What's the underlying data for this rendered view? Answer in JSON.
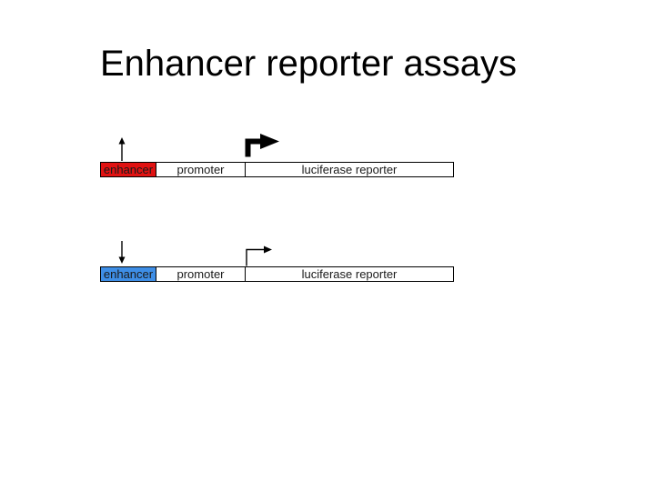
{
  "slide": {
    "title": "Enhancer reporter assays"
  },
  "colors": {
    "active_enhancer": "#e01212",
    "inactive_enhancer": "#3e8ee6",
    "box_fill": "#ffffff",
    "outline": "#000000",
    "label_text": "#1a1a1a"
  },
  "constructs": [
    {
      "id": "active-enhancer-construct",
      "enhancer": {
        "label": "enhancer",
        "color": "#e01212"
      },
      "promoter": {
        "label": "promoter"
      },
      "reporter": {
        "label": "luciferase reporter"
      },
      "icons": {
        "enhancer_arrow": "up-arrow",
        "transcription_arrow": "thick-bent-right-arrow"
      }
    },
    {
      "id": "inactive-enhancer-construct",
      "enhancer": {
        "label": "enhancer",
        "color": "#3e8ee6"
      },
      "promoter": {
        "label": "promoter"
      },
      "reporter": {
        "label": "luciferase reporter"
      },
      "icons": {
        "enhancer_arrow": "down-arrow",
        "transcription_arrow": "thin-bent-right-arrow"
      }
    }
  ]
}
